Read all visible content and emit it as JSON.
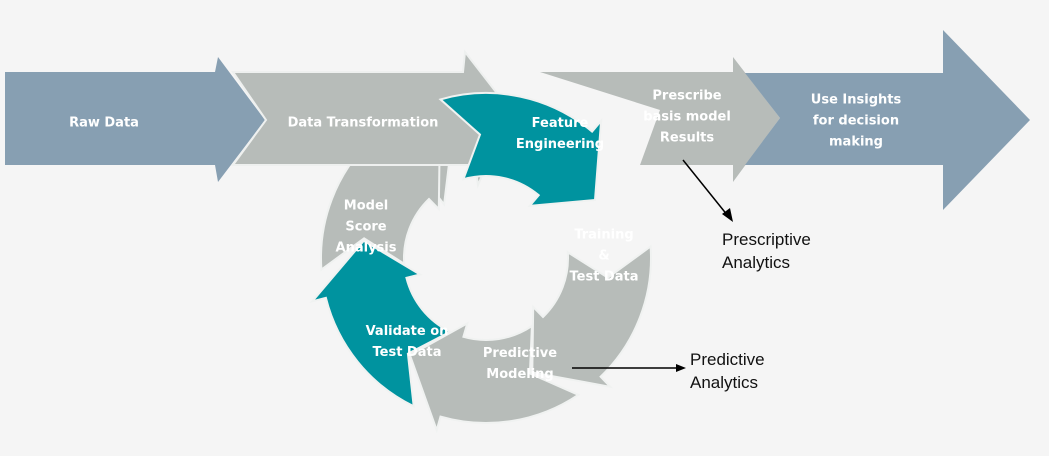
{
  "colors": {
    "gray": "#b7bcb9",
    "teal": "#00939f",
    "blue": "#879fb2",
    "background": "#f5f5f5"
  },
  "pipeline": {
    "raw_data": "Raw Data",
    "data_transformation": "Data Transformation",
    "prescribe": [
      "Prescribe",
      "basis model",
      "Results"
    ],
    "use_insights": [
      "Use Insights",
      "for decision",
      "making"
    ]
  },
  "cycle": {
    "feature_engineering": [
      "Feature",
      "Engineering"
    ],
    "training": [
      "Training",
      "&",
      "Test Data"
    ],
    "predictive_modeling": [
      "Predictive",
      "Modeling"
    ],
    "validate": [
      "Validate on",
      "Test Data"
    ],
    "model_score": [
      "Model",
      "Score",
      "Analysis"
    ]
  },
  "annotations": {
    "prescriptive": [
      "Prescriptive",
      "Analytics"
    ],
    "predictive": [
      "Predictive",
      "Analytics"
    ]
  }
}
